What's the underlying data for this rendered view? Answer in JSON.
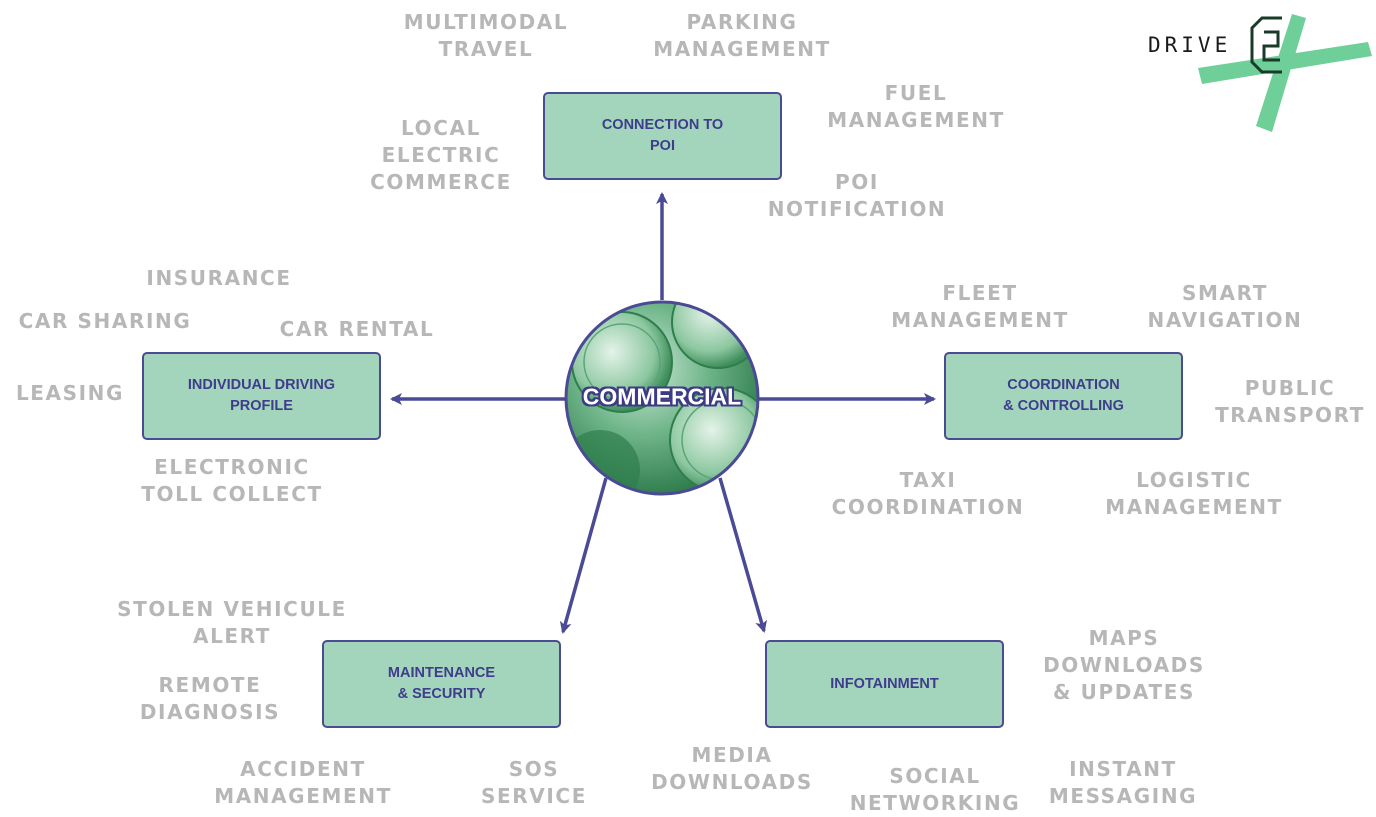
{
  "logo": {
    "text": "DRIVE",
    "colors": {
      "mint": "#6fcf98",
      "dark": "#1a3a2a"
    }
  },
  "center": {
    "label": "COMMERCIAL",
    "color": "#2e8a57"
  },
  "colors": {
    "box_fill": "#a3d4bc",
    "box_border": "#4b4a95",
    "box_text": "#3f3c8c",
    "label_gray": "#b7b7b7",
    "arrow": "#4b4a95"
  },
  "boxes": {
    "poi": [
      "CONNECTION TO",
      "POI"
    ],
    "profile": [
      "INDIVIDUAL DRIVING",
      "PROFILE"
    ],
    "coordination": [
      "COORDINATION",
      "& CONTROLLING"
    ],
    "maintenance": [
      "MAINTENANCE",
      "& SECURITY"
    ],
    "infotainment": [
      "INFOTAINMENT"
    ]
  },
  "labels": {
    "multimodal": [
      "MULTIMODAL",
      "TRAVEL"
    ],
    "parking": [
      "PARKING",
      "MANAGEMENT"
    ],
    "fuel": [
      "FUEL",
      "MANAGEMENT"
    ],
    "local": [
      "LOCAL",
      "ELECTRIC",
      "COMMERCE"
    ],
    "poi_notification": [
      "POI",
      "NOTIFICATION"
    ],
    "insurance": [
      "INSURANCE"
    ],
    "car_sharing": [
      "CAR SHARING"
    ],
    "car_rental": [
      "CAR RENTAL"
    ],
    "leasing": [
      "LEASING"
    ],
    "toll": [
      "ELECTRONIC",
      "TOLL COLLECT"
    ],
    "fleet": [
      "FLEET",
      "MANAGEMENT"
    ],
    "smart_nav": [
      "SMART",
      "NAVIGATION"
    ],
    "public_transport": [
      "PUBLIC",
      "TRANSPORT"
    ],
    "taxi": [
      "TAXI",
      "COORDINATION"
    ],
    "logistic": [
      "LOGISTIC",
      "MANAGEMENT"
    ],
    "stolen": [
      "STOLEN VEHICULE",
      "ALERT"
    ],
    "remote": [
      "REMOTE",
      "DIAGNOSIS"
    ],
    "accident": [
      "ACCIDENT",
      "MANAGEMENT"
    ],
    "sos": [
      "SOS",
      "SERVICE"
    ],
    "media": [
      "MEDIA",
      "DOWNLOADS"
    ],
    "social": [
      "SOCIAL",
      "NETWORKING"
    ],
    "maps": [
      "MAPS",
      "DOWNLOADS",
      "& UPDATES"
    ],
    "instant": [
      "INSTANT",
      "MESSAGING"
    ]
  }
}
